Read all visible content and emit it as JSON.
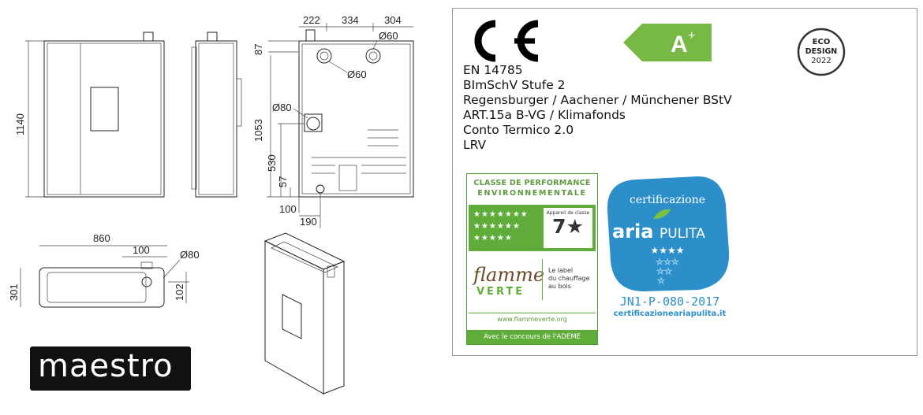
{
  "dimensions": {
    "front_height": "1140",
    "top_offset": "87",
    "side_height": "1053",
    "mid_height": "530",
    "low_height": "57",
    "bottom_offset": "100",
    "bottom_width": "190",
    "top_222": "222",
    "top_334": "334",
    "top_304": "304",
    "pipe_d60_a": "Ø60",
    "pipe_d60_b": "Ø60",
    "pipe_d80": "Ø80",
    "plan_width": "860",
    "plan_offset": "100",
    "plan_d80": "Ø80",
    "plan_depth": "301",
    "plan_102": "102"
  },
  "certifications": {
    "ce_mark": "CE",
    "lines": [
      "EN 14785",
      "BImSchV Stufe 2",
      "Regensburger / Aachener / Münchener BStV",
      "ART.15a B-VG / Klimafonds",
      "Conto Termico 2.0",
      "LRV"
    ],
    "energy_class": "A",
    "energy_class_sup": "+",
    "eco_design": [
      "ECO",
      "DESIGN",
      "2022"
    ]
  },
  "flamme_verte": {
    "header1": "CLASSE DE PERFORMANCE",
    "header2": "ENVIRONNEMENTALE",
    "stars_row1": "★★★★★★★",
    "stars_row2": "★★★★★★",
    "stars_row3": "★★★★★",
    "class_text": "Appareil de classe",
    "class_number": "7★",
    "logo_text": "flamme",
    "logo_verte": "VERTE",
    "label_line1": "Le label",
    "label_line2": "du chauffage",
    "label_line3": "au bois",
    "url": "www.flammeverte.org",
    "footer": "Avec le concours de l'ADEME"
  },
  "aria_pulita": {
    "title": "certificazione",
    "brand_aria": "aria",
    "brand_pulita": "PULITA",
    "stars": "★★★★",
    "code": "JN1-P-080-2017",
    "url": "certificazioneariapulita.it"
  },
  "brand": {
    "logo": "maestro"
  },
  "colors": {
    "energy_green": "#78b946",
    "flamme_green": "#5fac3b",
    "aria_blue": "#2c8fc9"
  }
}
